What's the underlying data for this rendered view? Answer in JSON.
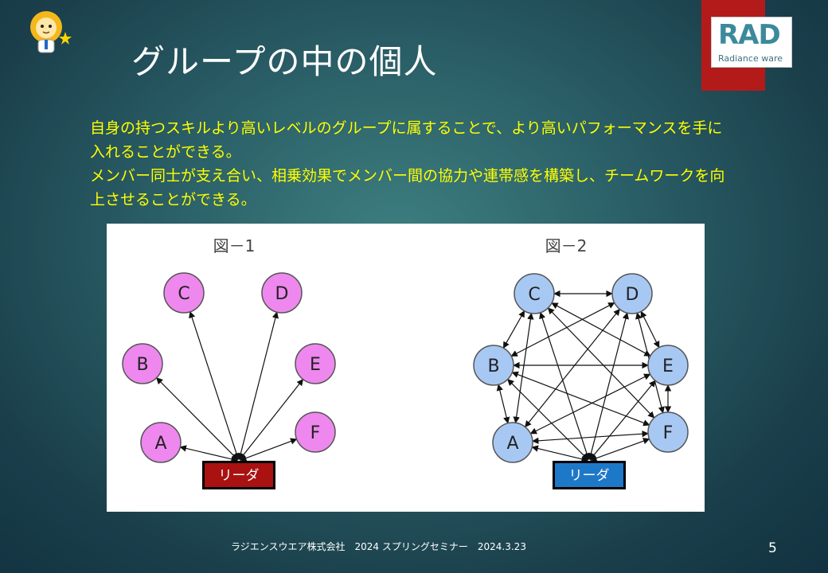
{
  "slide": {
    "title": "グループの中の個人",
    "page_number": "5",
    "footer": "ラジエンスウエア株式会社　2024 スプリングセミナー　2024.3.23"
  },
  "logo": {
    "text": "RAD",
    "subtitle": "Radiance ware"
  },
  "body": {
    "paragraphs": [
      "自身の持つスキルより高いレベルのグループに属することで、より高いパフォーマンスを手に入れることができる。",
      "メンバー同士が支え合い、相乗効果でメンバー間の協力や連帯感を構築し、チームワークを向上させることができる。"
    ]
  },
  "figures": [
    {
      "label": "図－1",
      "leader_label": "リーダ",
      "nodes": [
        "A",
        "B",
        "C",
        "D",
        "E",
        "F"
      ],
      "node_color": "#ee88ee",
      "leader_color": "#aa1111",
      "links": "leader-to-each-member"
    },
    {
      "label": "図－2",
      "leader_label": "リーダ",
      "nodes": [
        "A",
        "B",
        "C",
        "D",
        "E",
        "F"
      ],
      "node_color": "#a8c8f4",
      "leader_color": "#1e78c8",
      "links": "all-to-all"
    }
  ]
}
